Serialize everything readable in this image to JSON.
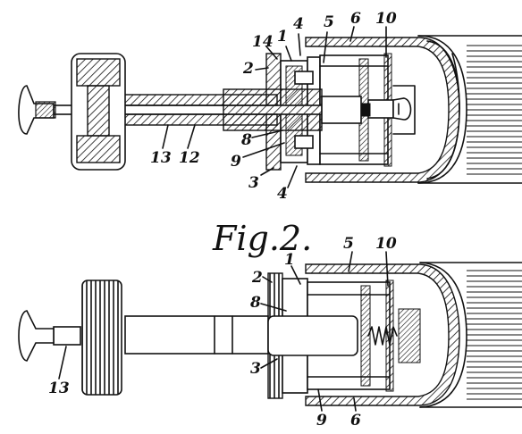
{
  "figure_caption": "Fig.2.",
  "top_view_labels": {
    "l14": "14",
    "l1": "1",
    "l4a": "4",
    "l5": "5",
    "l6": "6",
    "l10": "10",
    "l2": "2",
    "l13": "13",
    "l12": "12",
    "l8": "8",
    "l9": "9",
    "l3": "3",
    "l4b": "4"
  },
  "fig2_labels": {
    "l5": "5",
    "l10": "10",
    "l1": "1",
    "l2": "2",
    "l8": "8",
    "l3": "3",
    "l13": "13",
    "l9": "9",
    "l6": "6"
  }
}
